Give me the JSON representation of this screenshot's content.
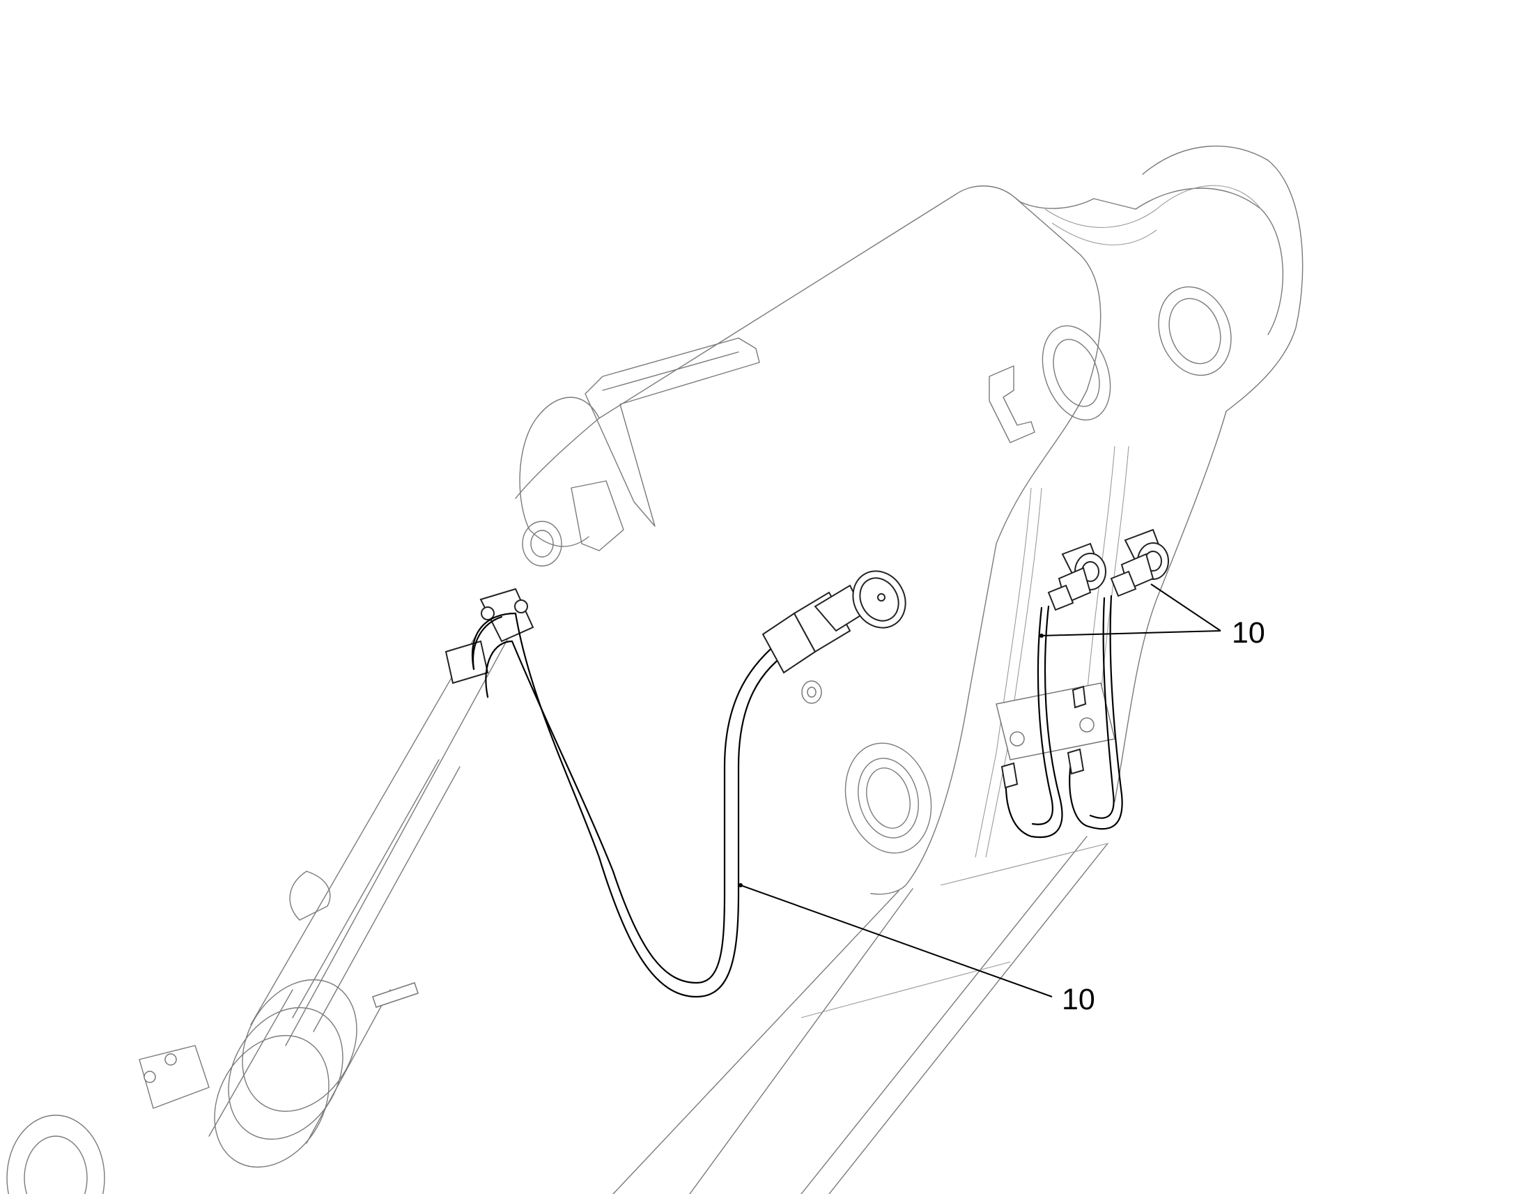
{
  "callouts": [
    {
      "id": "hose-pair-callout",
      "label": "10"
    },
    {
      "id": "main-hose-callout",
      "label": "10"
    }
  ],
  "colors": {
    "background": "#ffffff",
    "line_art": "#7a7a7a",
    "highlight": "#000000"
  }
}
